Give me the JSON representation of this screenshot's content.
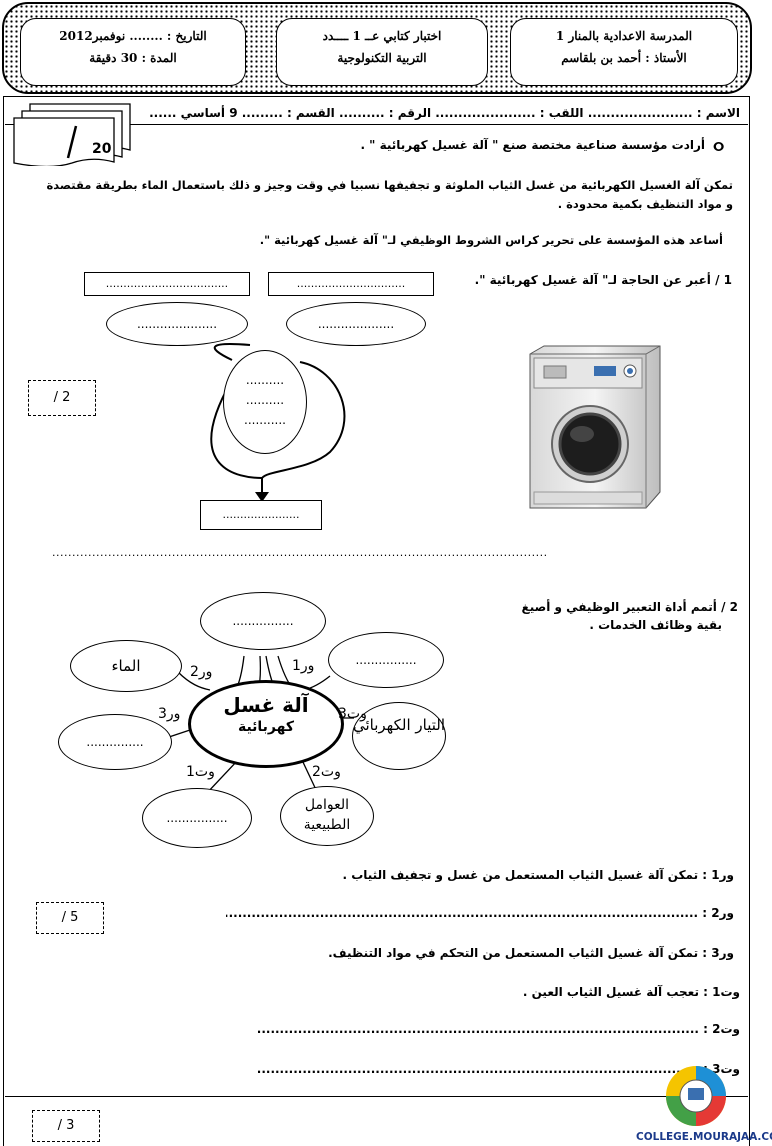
{
  "header": {
    "school": "المدرسة الاعدادية بالمنار 1",
    "teacher": "الأستاذ : أحمد بن بلقاسم",
    "exam_title": "اختبار كتابي عــ 1 ــــدد",
    "subject": "التربية التكنولوجية",
    "date": "التاريخ : ........ نوفمبر2012",
    "duration": "المدة : 30 دقيقة"
  },
  "student_line": "الاسم : ....................... اللقب : ...................... الرقم : .......... القسم : ......... 9 أساسي ......",
  "total_score": "20",
  "intro": {
    "line1": "أرادت مؤسسة صناعية مختصة صنع \" آلة غسيل كهربائية \" .",
    "line2": "تمكن آلة الغسيل الكهربائية من غسل الثياب الملوثة و تجفيفها نسبيا في وقت وجيز و ذلك باستعمال الماء بطريقة مقتصدة",
    "line3": "و مواد التنظيف بكمية محدودة .",
    "line4": "أساعد هذه المؤسسة على تحرير كراس الشروط الوظيفي لـ\" آلة غسيل كهربائية \"."
  },
  "q1": {
    "title": "1 / أعبر عن الحاجة لـ\" آلة غسيل كهربائية \".",
    "score": "/ 2",
    "box_top_left": "...................................",
    "box_top_right": "...............................",
    "ellipse_left": ".....................",
    "ellipse_right": "....................",
    "oval_center": [
      "..........",
      "..........",
      "..........."
    ],
    "box_bottom": "......................",
    "answer_line": "............................................................................................................................"
  },
  "q2": {
    "title_line1": "2 / أتمم أداة التعبير الوظيفي و أصيغ",
    "title_line2": "بقية وظائف الخدمات .",
    "center_line1": "آلة غسل",
    "center_line2": "كهربائية",
    "sat_top": "................",
    "sat_left_top": "الماء",
    "sat_right_top": "................",
    "sat_left_mid": "...............",
    "sat_right_mid": "التيار الكهربائي",
    "sat_bottom_left": "................",
    "sat_bottom_right": "العوامل الطبيعية",
    "labels": {
      "wr1": "ور1",
      "wr2": "ور2",
      "wr3": "ور3",
      "wt1": "وت1",
      "wt2": "وت2",
      "wt3": "وت3"
    },
    "score": "/ 5",
    "answers": {
      "wr1": "ور1 : تمكن آلة غسيل الثياب المستعمل من غسل و تجفيف الثياب .",
      "wr2": "ور2 : .........................................................................................................",
      "wr3": "ور3 : تمكن آلة غسيل الثياب المستعمل من التحكم في مواد التنظيف.",
      "wt1": "وت1 : تعجب آلة غسيل الثياب العين .",
      "wt2": "وت2 : .........................................................................................................",
      "wt3": "وت3 : .........................................................................................................."
    }
  },
  "q3_score": "/ 3",
  "watermark": "COLLEGE.MOURAJAA.COM"
}
